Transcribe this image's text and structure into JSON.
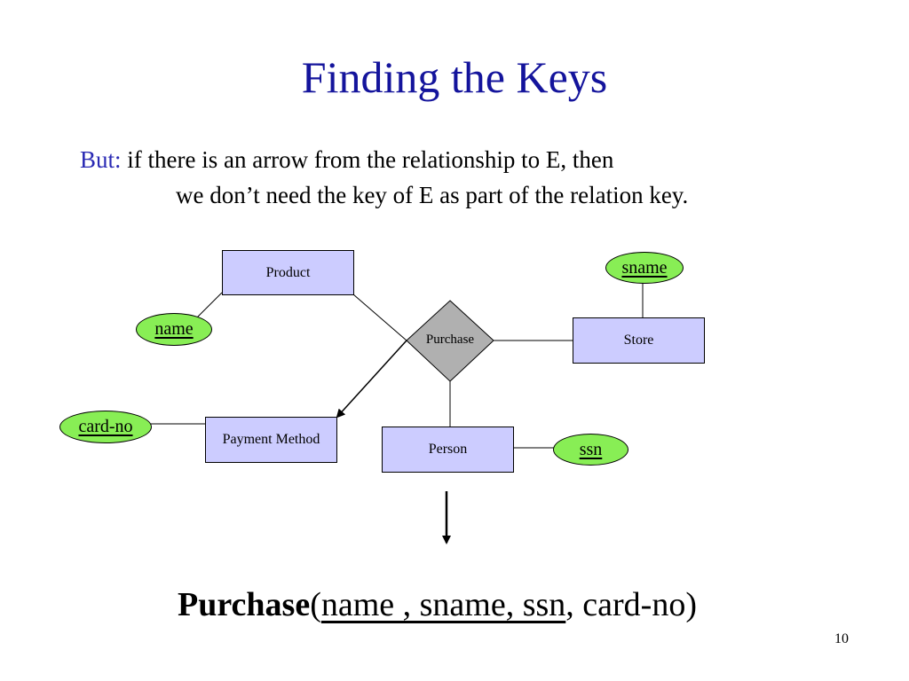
{
  "slide": {
    "title": "Finding the Keys",
    "but_label": "But:",
    "line1_text": " if there is an arrow from the relationship to E, then",
    "line2_text": "we don’t need the key of E as part of the relation key.",
    "page_number": "10"
  },
  "diagram": {
    "entities": {
      "product": "Product",
      "store": "Store",
      "payment_method": "Payment Method",
      "person": "Person"
    },
    "relationship": "Purchase",
    "attributes": {
      "name": "name",
      "sname": "sname",
      "card_no": "card-no",
      "ssn": "ssn"
    },
    "colors": {
      "entity_fill": "#ccccff",
      "attribute_fill": "#88ee55",
      "relationship_fill": "#b0b0b0",
      "title": "#14149c"
    }
  },
  "formula": {
    "relation": "Purchase",
    "open": "(",
    "keys": "name , sname, ssn",
    "rest": ", card-no)"
  }
}
